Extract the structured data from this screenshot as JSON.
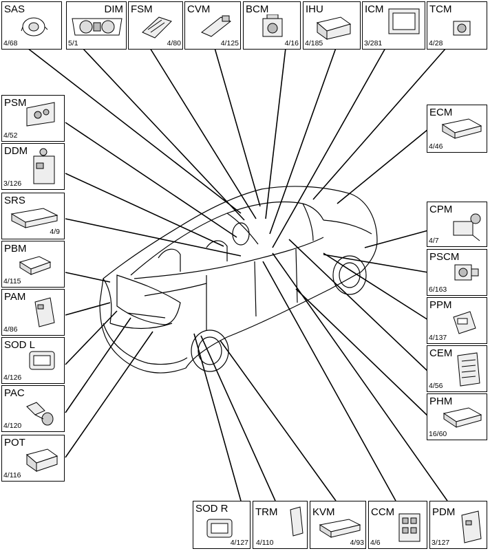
{
  "modules": {
    "sas": {
      "code": "SAS",
      "ref": "4/68"
    },
    "dim": {
      "code": "DIM",
      "ref": "5/1"
    },
    "fsm": {
      "code": "FSM",
      "ref": "4/80"
    },
    "cvm": {
      "code": "CVM",
      "ref": "4/125"
    },
    "bcm": {
      "code": "BCM",
      "ref": "4/16"
    },
    "ihu": {
      "code": "IHU",
      "ref": "4/185"
    },
    "icm": {
      "code": "ICM",
      "ref": "3/281"
    },
    "tcm": {
      "code": "TCM",
      "ref": "4/28"
    },
    "psm": {
      "code": "PSM",
      "ref": "4/52"
    },
    "ddm": {
      "code": "DDM",
      "ref": "3/126"
    },
    "srs": {
      "code": "SRS",
      "ref": "4/9"
    },
    "pbm": {
      "code": "PBM",
      "ref": "4/115"
    },
    "pam": {
      "code": "PAM",
      "ref": "4/86"
    },
    "sodl": {
      "code": "SOD L",
      "ref": "4/126"
    },
    "pac": {
      "code": "PAC",
      "ref": "4/120"
    },
    "pot": {
      "code": "POT",
      "ref": "4/116"
    },
    "ecm": {
      "code": "ECM",
      "ref": "4/46"
    },
    "cpm": {
      "code": "CPM",
      "ref": "4/7"
    },
    "pscm": {
      "code": "PSCM",
      "ref": "6/163"
    },
    "ppm": {
      "code": "PPM",
      "ref": "4/137"
    },
    "cem": {
      "code": "CEM",
      "ref": "4/56"
    },
    "phm": {
      "code": "PHM",
      "ref": "16/60"
    },
    "sodr": {
      "code": "SOD R",
      "ref": "4/127"
    },
    "trm": {
      "code": "TRM",
      "ref": "4/110"
    },
    "kvm": {
      "code": "KVM",
      "ref": "4/93"
    },
    "ccm": {
      "code": "CCM",
      "ref": "4/6"
    },
    "pdm": {
      "code": "PDM",
      "ref": "3/127"
    }
  }
}
